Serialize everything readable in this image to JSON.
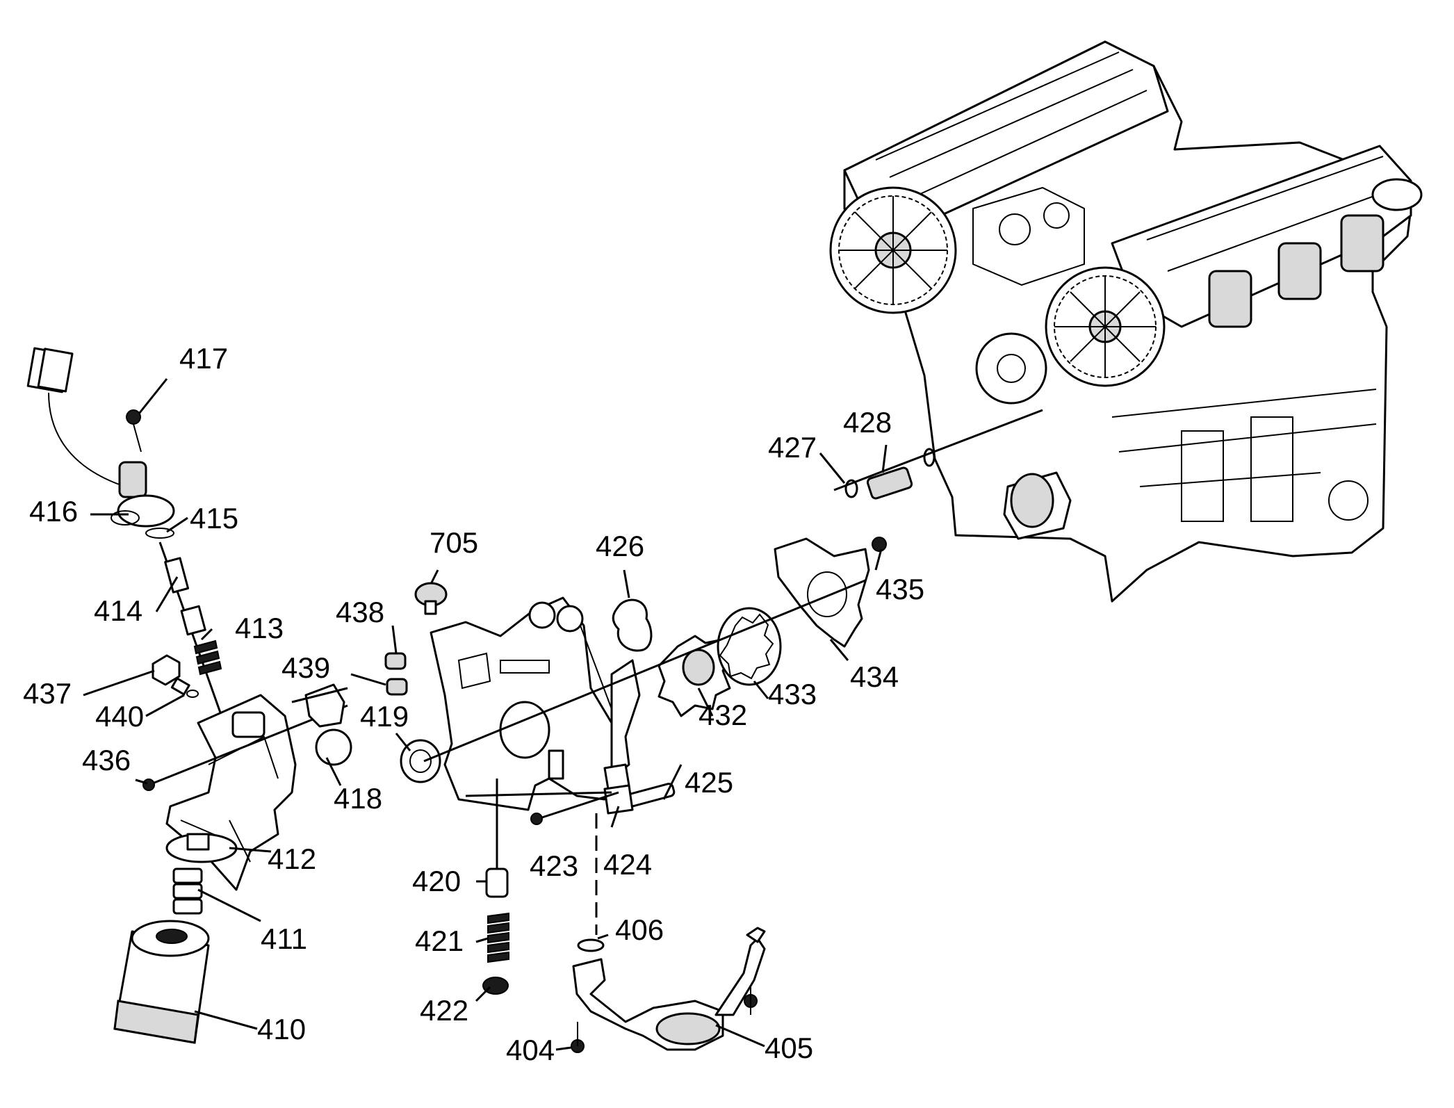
{
  "callouts": {
    "c404": "404",
    "c405": "405",
    "c406": "406",
    "c410": "410",
    "c411": "411",
    "c412": "412",
    "c413": "413",
    "c414": "414",
    "c415": "415",
    "c416": "416",
    "c417": "417",
    "c418": "418",
    "c419": "419",
    "c420": "420",
    "c421": "421",
    "c422": "422",
    "c423": "423",
    "c424": "424",
    "c425": "425",
    "c426": "426",
    "c427": "427",
    "c428": "428",
    "c432": "432",
    "c433": "433",
    "c434": "434",
    "c435": "435",
    "c436": "436",
    "c437": "437",
    "c438": "438",
    "c439": "439",
    "c440": "440",
    "c705": "705"
  }
}
